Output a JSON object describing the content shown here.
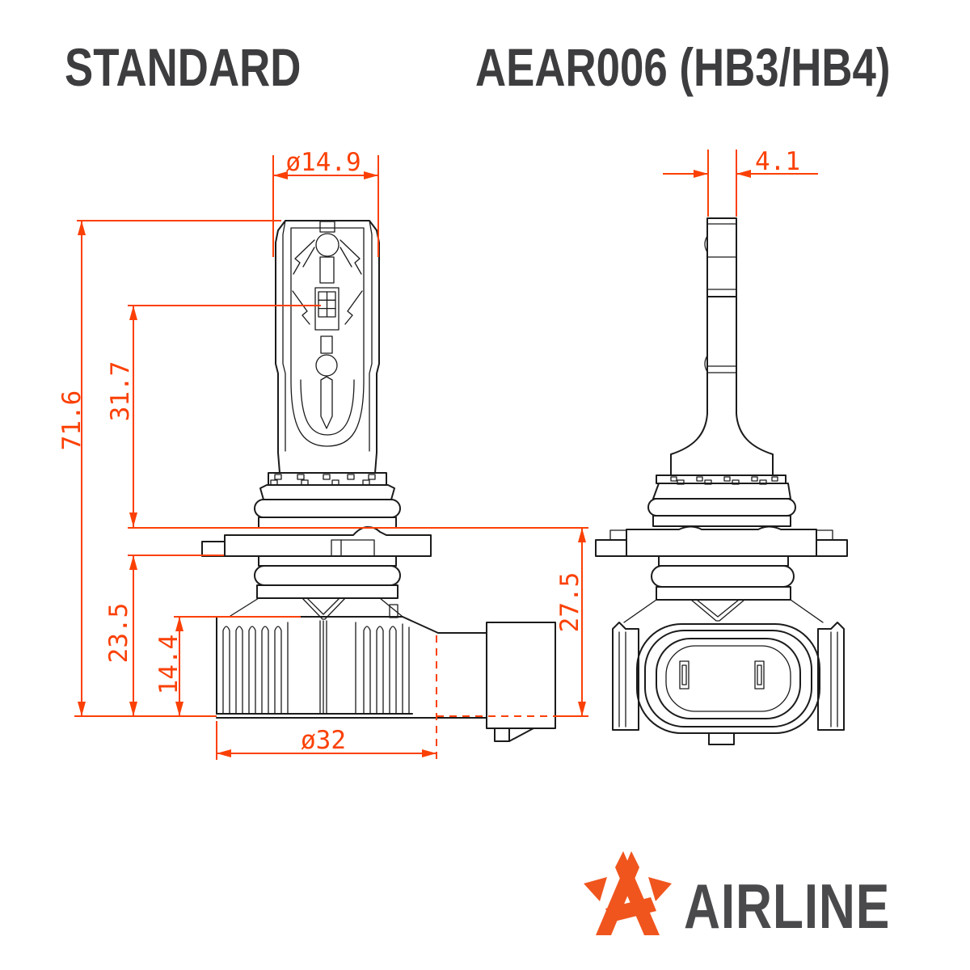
{
  "header": {
    "product_line": "STANDARD",
    "model": "AEAR006 (HB3/HB4)"
  },
  "drawing": {
    "dimensions": {
      "head_diameter": "ø14.9",
      "blade_thickness": "4.1",
      "overall_height": "71.6",
      "led_center_to_flange": "31.7",
      "flange_to_bottom": "23.5",
      "heatsink_height": "14.4",
      "heatsink_diameter": "ø32",
      "flange_to_connector_bottom": "27.5"
    }
  },
  "logo": {
    "brand": "AIRLINE",
    "mark_icon": "airline-star-a-icon"
  },
  "colors": {
    "dimension_lines": "#fb4005",
    "drawing_lines": "#1b1b1b",
    "header_text": "#3d3d3f",
    "logo_text": "#4a4a4c",
    "logo_orange": "#f0551e",
    "background": "#ffffff"
  }
}
